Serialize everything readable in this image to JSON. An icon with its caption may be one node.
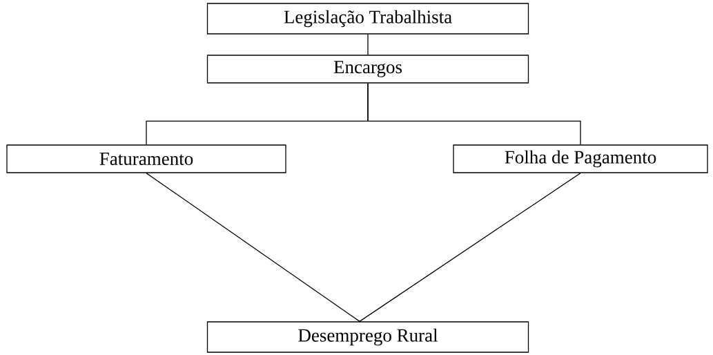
{
  "diagram": {
    "nodes": [
      {
        "text": [
          "Legislação Trabalhista"
        ]
      },
      {
        "text": [
          "Encargos"
        ]
      },
      {
        "text": [
          "Faturamento"
        ]
      },
      {
        "text": [
          "Folha de Pagamento"
        ]
      },
      {
        "text": [
          "Desemprego Rural"
        ]
      }
    ],
    "edges": [
      {
        "from": 0,
        "to": 1,
        "arrow": "none"
      },
      {
        "from": 1,
        "to": 2,
        "arrow": "none"
      },
      {
        "from": 1,
        "to": 3,
        "arrow": "none"
      },
      {
        "from": 2,
        "to": 4,
        "arrow": "none"
      },
      {
        "from": 3,
        "to": 4,
        "arrow": "none"
      }
    ]
  }
}
